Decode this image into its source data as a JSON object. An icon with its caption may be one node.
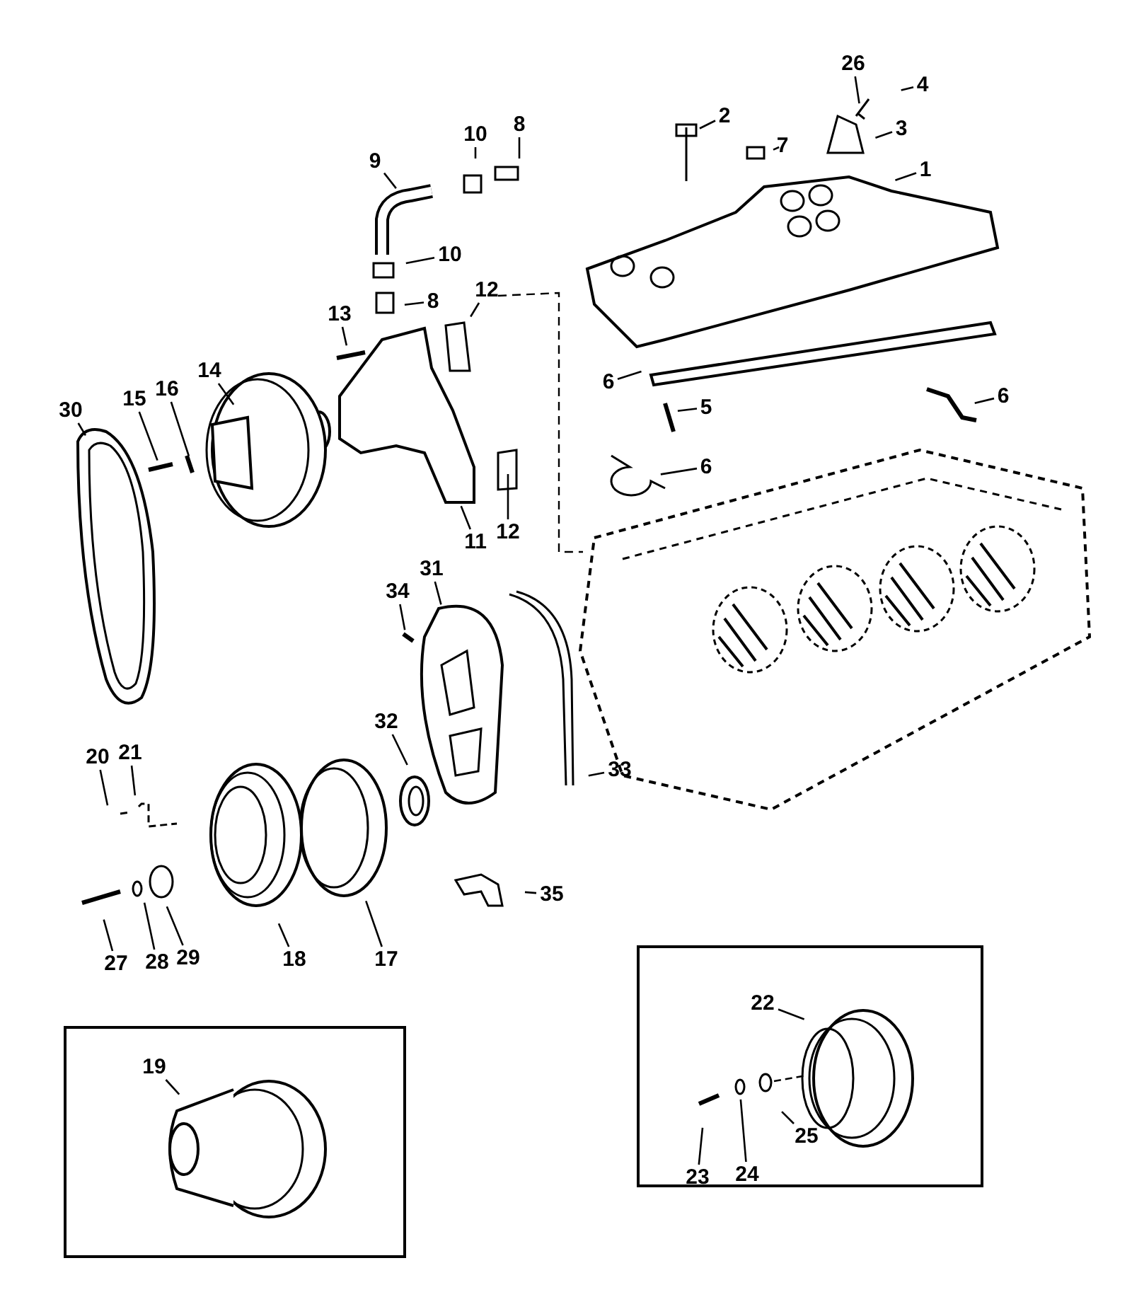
{
  "diagram": {
    "nodes": [
      {
        "text": [
          "26"
        ]
      },
      {
        "text": [
          "4"
        ]
      },
      {
        "text": [
          "2"
        ]
      },
      {
        "text": [
          "3"
        ]
      },
      {
        "text": [
          "7"
        ]
      },
      {
        "text": [
          "1"
        ]
      },
      {
        "text": [
          "10"
        ]
      },
      {
        "text": [
          "8"
        ]
      },
      {
        "text": [
          "9"
        ]
      },
      {
        "text": [
          "10"
        ]
      },
      {
        "text": [
          "8"
        ]
      },
      {
        "text": [
          "12"
        ]
      },
      {
        "text": [
          "13"
        ]
      },
      {
        "text": [
          "14"
        ]
      },
      {
        "text": [
          "30"
        ]
      },
      {
        "text": [
          "15"
        ]
      },
      {
        "text": [
          "16"
        ]
      },
      {
        "text": [
          "6"
        ]
      },
      {
        "text": [
          "5"
        ]
      },
      {
        "text": [
          "6"
        ]
      },
      {
        "text": [
          "6"
        ]
      },
      {
        "text": [
          "11"
        ]
      },
      {
        "text": [
          "12"
        ]
      },
      {
        "text": [
          "31"
        ]
      },
      {
        "text": [
          "34"
        ]
      },
      {
        "text": [
          "32"
        ]
      },
      {
        "text": [
          "33"
        ]
      },
      {
        "text": [
          "20"
        ]
      },
      {
        "text": [
          "21"
        ]
      },
      {
        "text": [
          "35"
        ]
      },
      {
        "text": [
          "27"
        ]
      },
      {
        "text": [
          "28"
        ]
      },
      {
        "text": [
          "29"
        ]
      },
      {
        "text": [
          "18"
        ]
      },
      {
        "text": [
          "17"
        ]
      },
      {
        "text": [],
        "shape": "box"
      },
      {
        "text": [
          "19"
        ],
        "in": 35
      },
      {
        "text": [],
        "shape": "box"
      },
      {
        "text": [
          "22"
        ],
        "in": 37
      },
      {
        "text": [
          "23"
        ],
        "in": 37
      },
      {
        "text": [
          "24"
        ],
        "in": 37
      },
      {
        "text": [
          "25"
        ],
        "in": 37
      }
    ],
    "edges": [
      {
        "from": 0,
        "to": null,
        "arrow": "none"
      },
      {
        "from": 1,
        "to": null,
        "arrow": "none"
      },
      {
        "from": 2,
        "to": null,
        "arrow": "none"
      },
      {
        "from": 3,
        "to": null,
        "arrow": "none"
      },
      {
        "from": 4,
        "to": null,
        "arrow": "none"
      },
      {
        "from": 5,
        "to": null,
        "arrow": "none"
      },
      {
        "from": 6,
        "to": null,
        "arrow": "none"
      },
      {
        "from": 7,
        "to": null,
        "arrow": "none"
      },
      {
        "from": 8,
        "to": null,
        "arrow": "none"
      },
      {
        "from": 9,
        "to": null,
        "arrow": "none"
      },
      {
        "from": 10,
        "to": null,
        "arrow": "none"
      },
      {
        "from": 11,
        "to": null,
        "arrow": "none"
      },
      {
        "from": 12,
        "to": null,
        "arrow": "none"
      },
      {
        "from": 13,
        "to": null,
        "arrow": "none"
      },
      {
        "from": 14,
        "to": null,
        "arrow": "none"
      },
      {
        "from": 15,
        "to": null,
        "arrow": "none"
      },
      {
        "from": 16,
        "to": null,
        "arrow": "none"
      },
      {
        "from": 17,
        "to": null,
        "arrow": "none"
      },
      {
        "from": 18,
        "to": null,
        "arrow": "none"
      },
      {
        "from": 19,
        "to": null,
        "arrow": "none"
      },
      {
        "from": 20,
        "to": null,
        "arrow": "none"
      },
      {
        "from": 21,
        "to": null,
        "arrow": "none"
      },
      {
        "from": 22,
        "to": null,
        "arrow": "none"
      },
      {
        "from": 23,
        "to": null,
        "arrow": "none"
      },
      {
        "from": 24,
        "to": null,
        "arrow": "none"
      },
      {
        "from": 25,
        "to": null,
        "arrow": "none"
      },
      {
        "from": 26,
        "to": null,
        "arrow": "none"
      },
      {
        "from": 27,
        "to": null,
        "arrow": "none"
      },
      {
        "from": 28,
        "to": null,
        "arrow": "none"
      },
      {
        "from": 29,
        "to": null,
        "arrow": "none"
      },
      {
        "from": 30,
        "to": null,
        "arrow": "none"
      },
      {
        "from": 31,
        "to": null,
        "arrow": "none"
      },
      {
        "from": 32,
        "to": null,
        "arrow": "none"
      },
      {
        "from": 33,
        "to": null,
        "arrow": "none"
      },
      {
        "from": 34,
        "to": null,
        "arrow": "none"
      },
      {
        "from": 36,
        "to": null,
        "arrow": "none"
      },
      {
        "from": 38,
        "to": null,
        "arrow": "none"
      },
      {
        "from": 39,
        "to": null,
        "arrow": "none"
      },
      {
        "from": 40,
        "to": null,
        "arrow": "none"
      },
      {
        "from": 41,
        "to": null,
        "arrow": "none"
      }
    ]
  }
}
